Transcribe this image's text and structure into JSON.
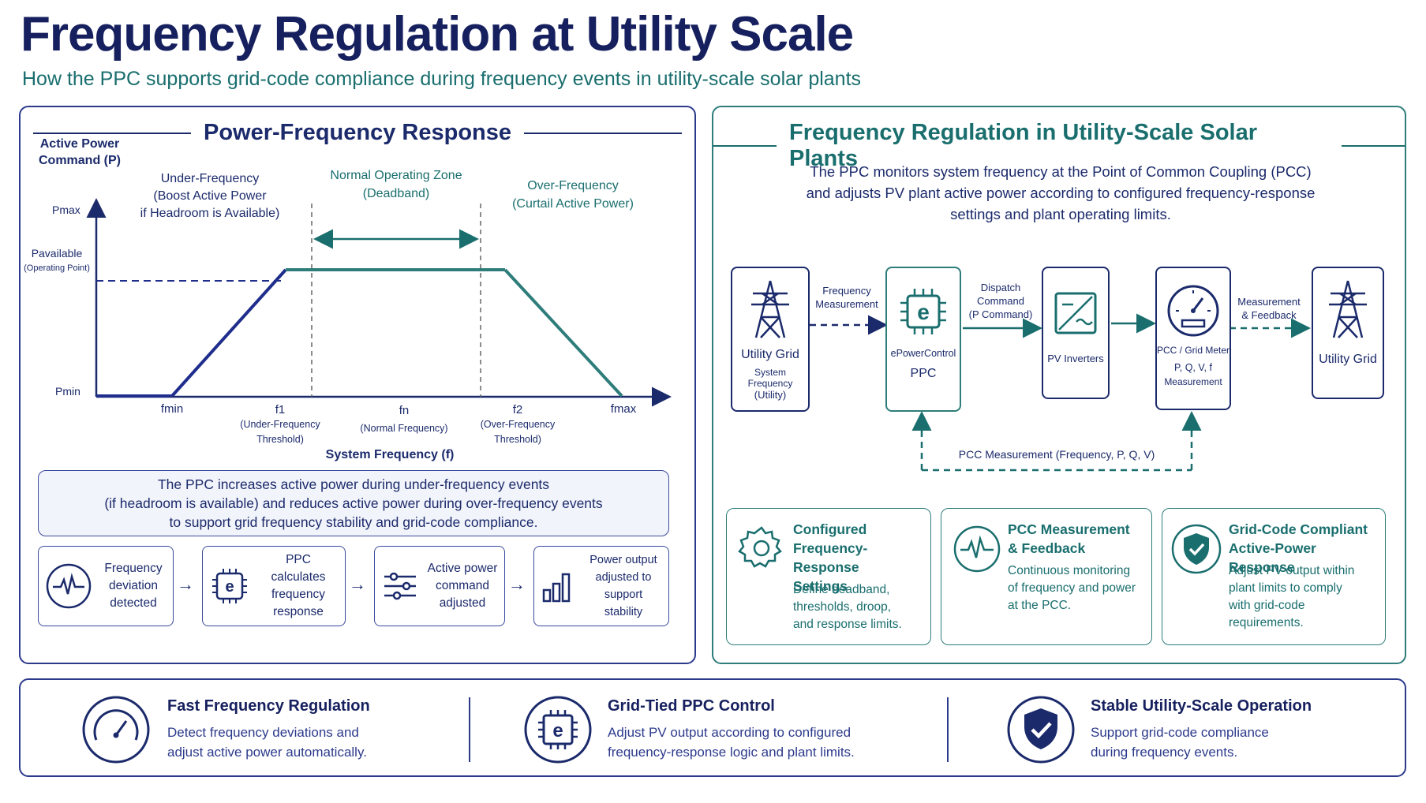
{
  "header": {
    "title": "Frequency Regulation at Utility Scale",
    "subtitle": "How the PPC supports grid-code compliance during frequency events in utility-scale solar plants"
  },
  "left_panel": {
    "title": "Power-Frequency Response",
    "y_axis_label_line1": "Active Power",
    "y_axis_label_line2": "Command (P)",
    "x_axis_label": "System Frequency (f)",
    "y_ticks": {
      "pmax": "Pmax",
      "pavailable": "Pavailable",
      "operating_point": "(Operating Point)",
      "pmin": "Pmin"
    },
    "x_ticks": {
      "fmin": "fmin",
      "f1": "f1",
      "f1_note1": "(Under-Frequency",
      "f1_note2": "Threshold)",
      "fn": "fn",
      "fn_note": "(Normal Frequency)",
      "f2": "f2",
      "f2_note1": "(Over-Frequency",
      "f2_note2": "Threshold)",
      "fmax": "fmax"
    },
    "zones": {
      "under_line1": "Under-Frequency",
      "under_line2": "(Boost Active Power",
      "under_line3": "if Headroom is Available)",
      "normal_line1": "Normal Operating Zone",
      "normal_line2": "(Deadband)",
      "over_line1": "Over-Frequency",
      "over_line2": "(Curtail Active Power)"
    },
    "info_line1": "The PPC increases active power during under-frequency events",
    "info_line2": "(if headroom is available) and reduces active power during over-frequency events",
    "info_line3": "to support grid frequency stability and grid-code compliance.",
    "steps": [
      {
        "line1": "Frequency",
        "line2": "deviation",
        "line3": "detected",
        "icon": "waveform-icon"
      },
      {
        "line1": "PPC calculates",
        "line2": "frequency",
        "line3": "response",
        "icon": "chip-icon"
      },
      {
        "line1": "Active power",
        "line2": "command",
        "line3": "adjusted",
        "icon": "sliders-icon"
      },
      {
        "line1": "Power output",
        "line2": "adjusted to",
        "line3": "support stability",
        "icon": "bar-chart-icon"
      }
    ]
  },
  "right_panel": {
    "title": "Frequency Regulation in Utility-Scale Solar Plants",
    "intro_line1": "The PPC monitors system frequency at the Point of Common Coupling (PCC)",
    "intro_line2": "and adjusts PV plant active power according to configured frequency-response",
    "intro_line3": "settings and plant operating limits.",
    "nodes": {
      "grid1_title": "Utility Grid",
      "grid1_sub1": "System Frequency",
      "grid1_sub2": "(Utility)",
      "ppc_sub": "ePowerControl",
      "ppc_title": "PPC",
      "inverters": "PV Inverters",
      "meter_title": "PCC / Grid Meter",
      "meter_sub1": "P, Q, V, f",
      "meter_sub2": "Measurement",
      "grid2_title": "Utility Grid"
    },
    "links": {
      "freq_meas1": "Frequency",
      "freq_meas2": "Measurement",
      "dispatch1": "Dispatch",
      "dispatch2": "Command",
      "dispatch3": "(P Command)",
      "meas_fb1": "Measurement",
      "meas_fb2": "& Feedback",
      "pcc_loop": "PCC Measurement (Frequency, P, Q, V)"
    },
    "features": [
      {
        "head1": "Configured",
        "head2": "Frequency-Response",
        "head3": "Settings",
        "body1": "Define deadband,",
        "body2": "thresholds, droop,",
        "body3": "and response limits.",
        "icon": "gear-icon"
      },
      {
        "head1": "PCC Measurement",
        "head2": "& Feedback",
        "body1": "Continuous monitoring",
        "body2": "of frequency and power",
        "body3": "at the PCC.",
        "icon": "waveform-icon"
      },
      {
        "head1": "Grid-Code Compliant",
        "head2": "Active-Power Response",
        "body1": "Adjust PV output within",
        "body2": "plant limits to comply",
        "body3": "with grid-code",
        "body4": "requirements.",
        "icon": "shield-check-icon"
      }
    ]
  },
  "bottom": [
    {
      "head": "Fast Frequency Regulation",
      "body1": "Detect frequency deviations and",
      "body2": "adjust active power automatically.",
      "icon": "gauge-icon"
    },
    {
      "head": "Grid-Tied PPC Control",
      "body1": "Adjust PV output according to configured",
      "body2": "frequency-response logic and plant limits.",
      "icon": "chip-icon"
    },
    {
      "head": "Stable Utility-Scale Operation",
      "body1": "Support grid-code compliance",
      "body2": "during frequency events.",
      "icon": "shield-check-icon"
    }
  ],
  "colors": {
    "navy": "#1b2a6b",
    "teal": "#1a6e6e",
    "curve_rise": "#1f2d8c",
    "curve_flat": "#2e7d7a"
  }
}
